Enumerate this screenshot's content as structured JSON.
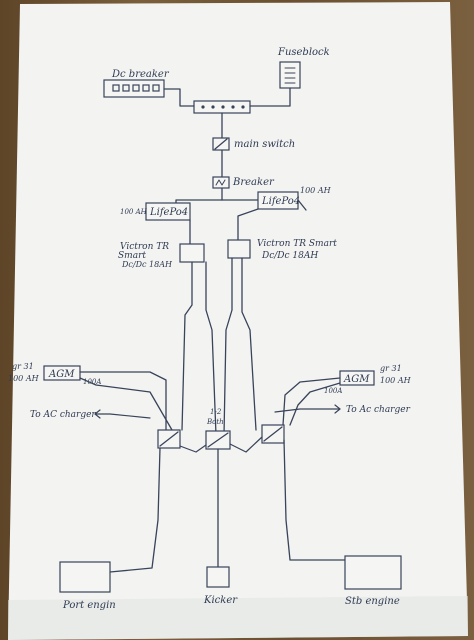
{
  "labels": {
    "dc_breaker": "Dc breaker",
    "fuse_block": "Fuseblock",
    "main_switch": "main switch",
    "breaker": "Breaker",
    "lifepo_left": "LifePo4",
    "lifepo_right": "LifePo4",
    "cap_left": "100 AH",
    "cap_right": "100 AH",
    "victron_left_l1": "Victron TR",
    "victron_left_l2": "Smart",
    "victron_left_l3": "Dc/Dc 18AH",
    "victron_right_l1": "Victron TR Smart",
    "victron_right_l2": "Dc/Dc 18AH",
    "agm_left": "AGM",
    "agm_left_gr": "gr 31",
    "agm_left_cap": "100 AH",
    "agm_left_fuse": "100A",
    "agm_right": "AGM",
    "agm_right_gr": "gr 31",
    "agm_right_cap": "100 AH",
    "agm_right_fuse": "100A",
    "to_ac_left": "To AC charger",
    "to_ac_right": "To Ac charger",
    "switch_center_l1": "1-2",
    "switch_center_l2": "Both",
    "port_engine": "Port engin",
    "kicker": "Kicker",
    "stb_engine": "Stb engine"
  },
  "colors": {
    "ink": "#39435a",
    "paper": "#f5f6f3",
    "table": "#6b5232"
  }
}
